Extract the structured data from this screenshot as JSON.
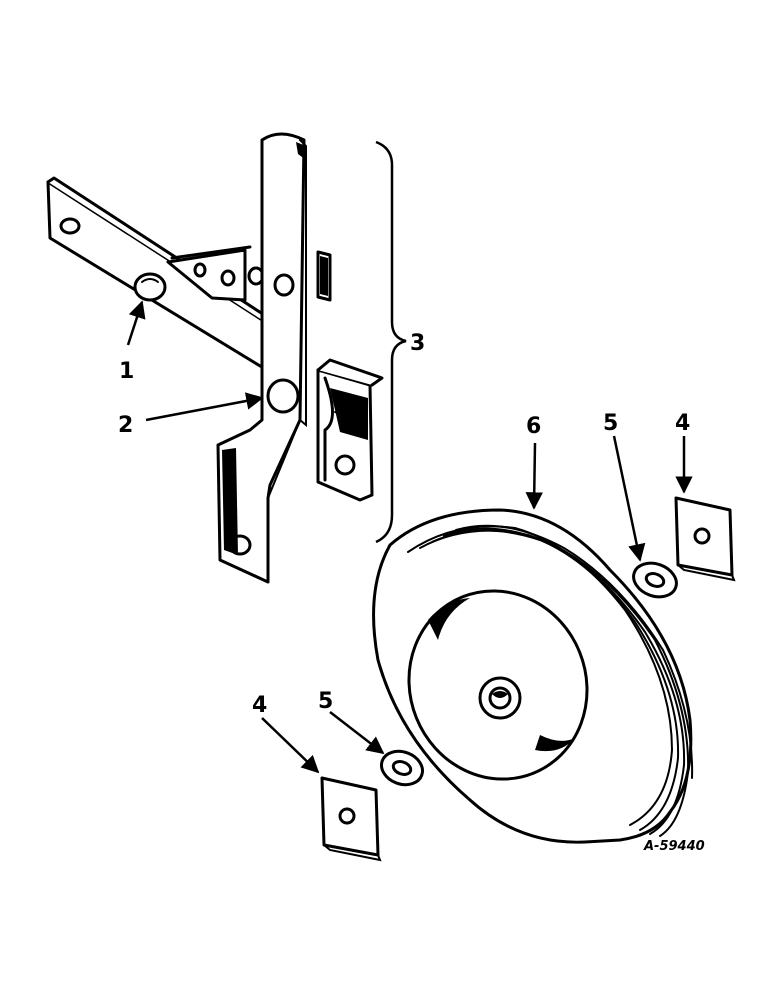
{
  "diagram": {
    "reference_number": "A-59440",
    "callouts": {
      "c1": "1",
      "c2": "2",
      "c3": "3",
      "c4a": "4",
      "c4b": "4",
      "c5a": "5",
      "c5b": "5",
      "c6": "6"
    }
  }
}
